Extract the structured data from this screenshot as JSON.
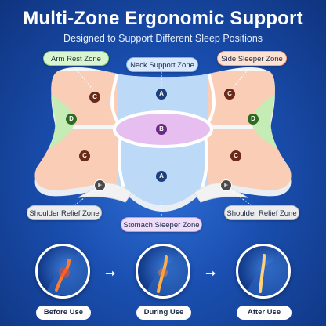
{
  "title": "Multi-Zone Ergonomic Support",
  "subtitle": "Designed to Support Different Sleep Positions",
  "zones": {
    "arm_rest": "Arm Rest Zone",
    "neck_support": "Neck Support Zone",
    "side_sleeper": "Side Sleeper Zone",
    "shoulder_relief_left": "Shoulder Relief Zone",
    "shoulder_relief_right": "Shoulder Relief Zone",
    "stomach_sleeper": "Stomach Sleeper Zone"
  },
  "badges": {
    "a": "A",
    "b": "B",
    "c": "C",
    "d": "D",
    "e": "E"
  },
  "stages": [
    {
      "label": "Before Use"
    },
    {
      "label": "During Use"
    },
    {
      "label": "After Use"
    }
  ],
  "arrows": [
    "➞",
    "➞"
  ],
  "colors": {
    "background": "#1a4fb0",
    "zone_a": "#bcd9f7",
    "zone_b": "#e6bff0",
    "zone_c": "#f9cdb6",
    "zone_d": "#c4ecb4",
    "zone_e": "#f2f2f2"
  }
}
